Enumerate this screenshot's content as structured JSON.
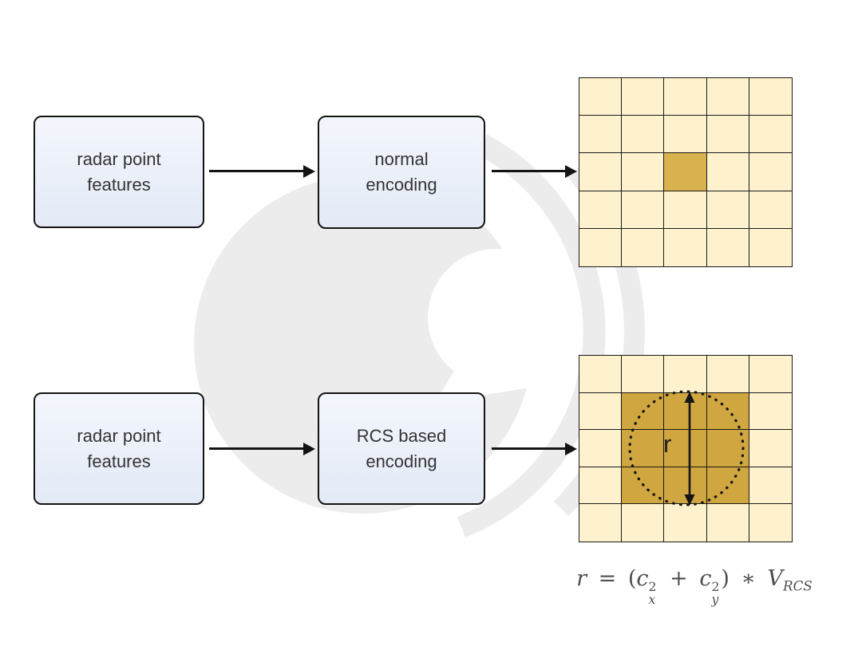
{
  "flows": {
    "top": {
      "input_label": "radar point\nfeatures",
      "process_label": "normal\nencoding"
    },
    "bottom": {
      "input_label": "radar point\nfeatures",
      "process_label": "RCS based\nencoding"
    }
  },
  "grids": {
    "normal": {
      "rows": 5,
      "cols": 5,
      "highlights": [
        [
          2,
          2
        ]
      ],
      "highlight_color": "#d8b24c"
    },
    "rcs": {
      "rows": 5,
      "cols": 5,
      "highlights": [
        [
          1,
          1
        ],
        [
          1,
          2
        ],
        [
          1,
          3
        ],
        [
          2,
          1
        ],
        [
          2,
          2
        ],
        [
          2,
          3
        ],
        [
          3,
          1
        ],
        [
          3,
          2
        ],
        [
          3,
          3
        ]
      ],
      "highlight_color": "#cfa63f"
    }
  },
  "radius_label": "r",
  "formula": {
    "r": "r",
    "eq": "=",
    "lparen": "(",
    "c1": "c",
    "c1_sub": "x",
    "c1_sup": "2",
    "plus": "+",
    "c2": "c",
    "c2_sub": "y",
    "c2_sup": "2",
    "rparen": ")",
    "times": "∗",
    "v": "V",
    "v_sub": "RCS"
  },
  "colors": {
    "cell-fill": "#fdf2cd",
    "grid-line": "#1a1a1a",
    "box-border": "#141414",
    "box-fill-top": "#f3f6fc",
    "box-fill-bottom": "#e3eaf6",
    "arrow": "#141414",
    "formula": "#4e4e4e",
    "watermark": "#ececec",
    "text": "#333333"
  }
}
